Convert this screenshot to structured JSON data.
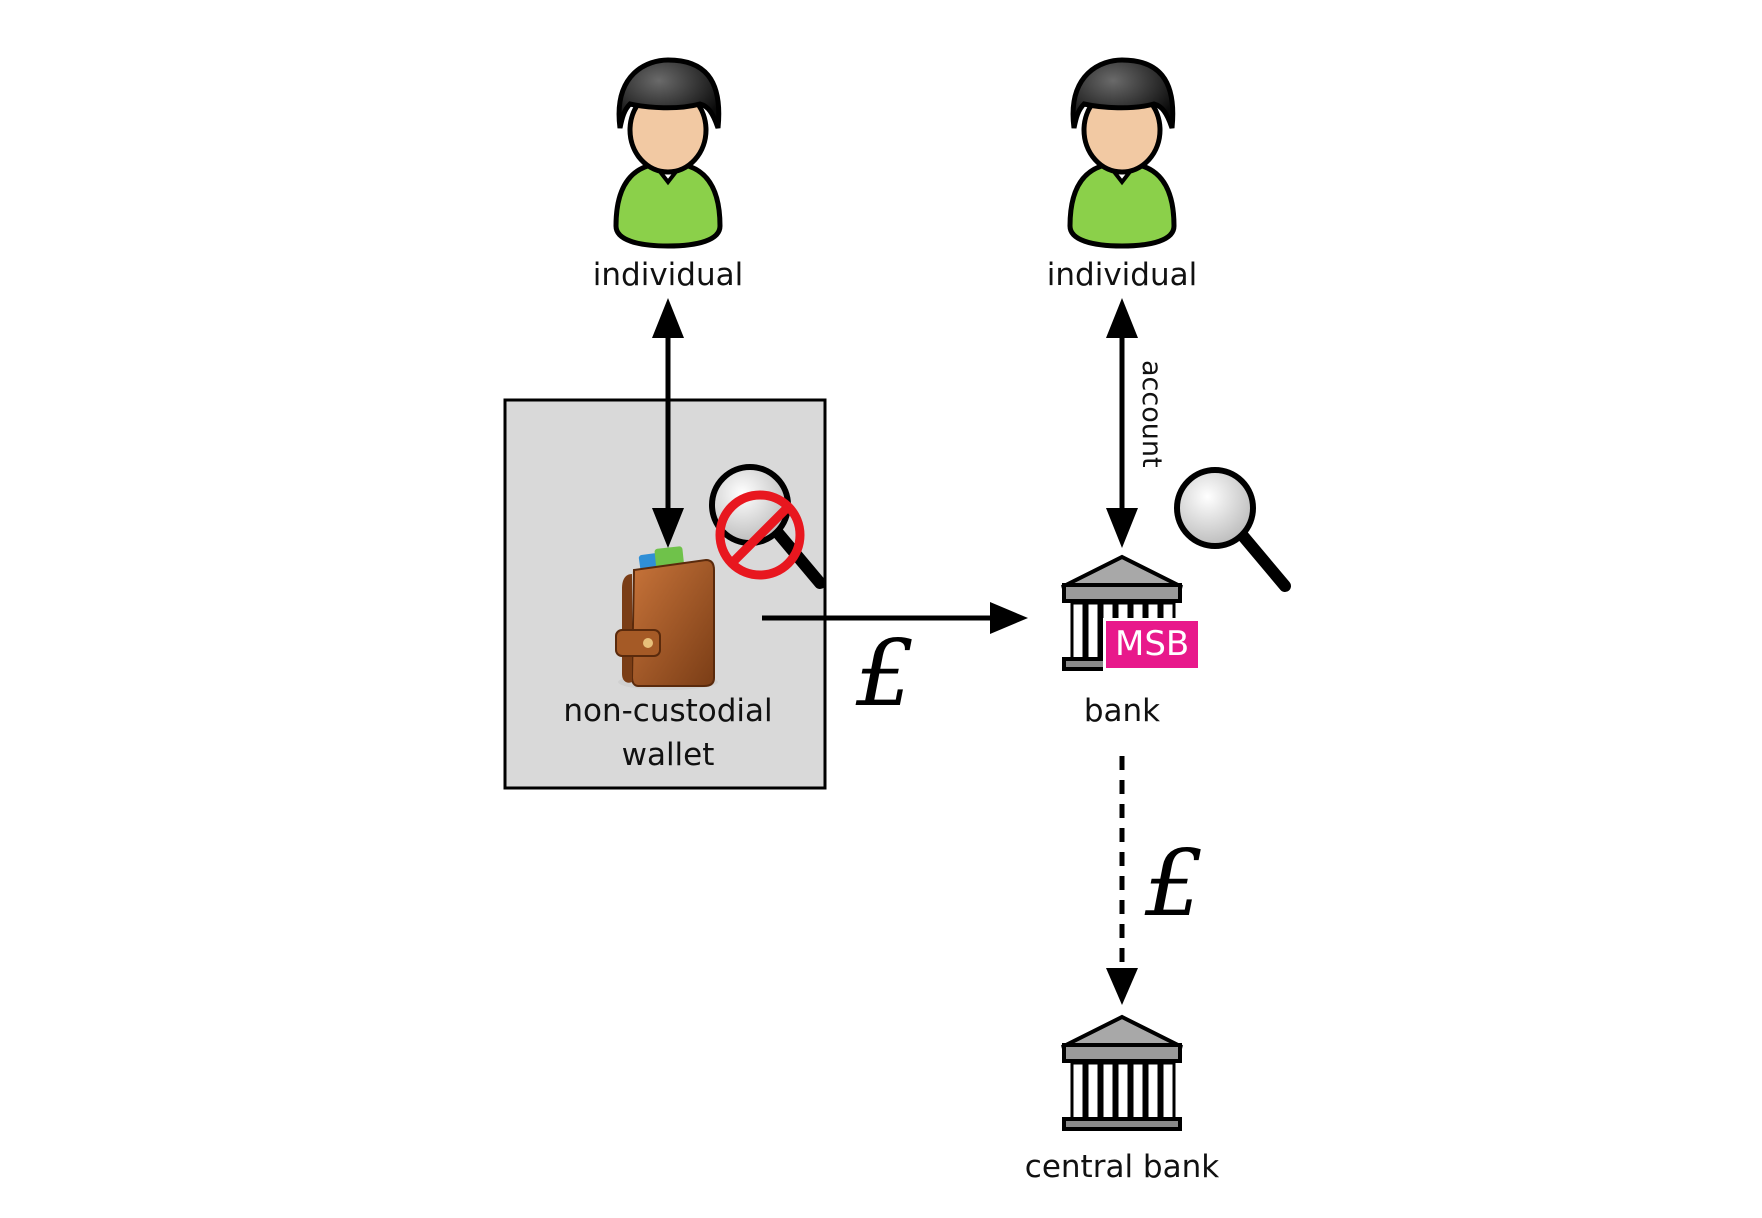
{
  "nodes": {
    "individual_left": {
      "label": "individual"
    },
    "individual_right": {
      "label": "individual"
    },
    "wallet": {
      "label_line1": "non-custodial",
      "label_line2": "wallet"
    },
    "bank": {
      "label": "bank",
      "badge": "MSB"
    },
    "central_bank": {
      "label": "central bank"
    }
  },
  "edges": {
    "individual_bank": {
      "label": "account"
    },
    "wallet_bank": {
      "currency": "£"
    },
    "bank_central": {
      "currency": "£"
    }
  },
  "colors": {
    "box_fill": "#d9d9d9",
    "msb_badge": "#e8198b",
    "person_body": "#8bd04a",
    "no_sign": "#e8171f",
    "bank_gray": "#a8a8a8"
  },
  "icons": [
    "person-icon",
    "wallet-icon",
    "bank-icon",
    "magnifier-icon",
    "no-entry-icon"
  ]
}
